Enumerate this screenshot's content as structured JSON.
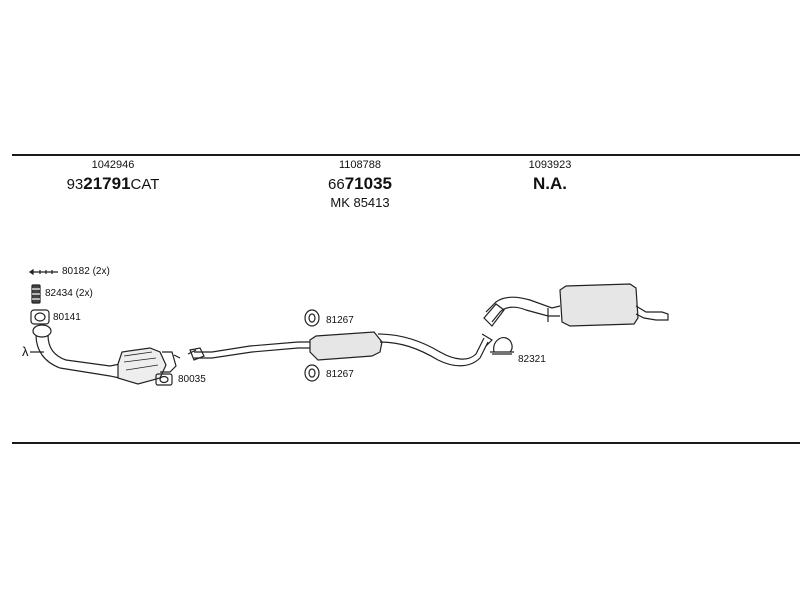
{
  "headers": [
    {
      "ref": "1042946",
      "part_prefix": "93",
      "part_main": "21791",
      "part_suffix": "CAT",
      "extra": ""
    },
    {
      "ref": "1108788",
      "part_prefix": "66",
      "part_main": "71035",
      "part_suffix": "",
      "extra": "MK 85413"
    },
    {
      "ref": "1093923",
      "part_prefix": "",
      "part_main": "N.A.",
      "part_suffix": "",
      "extra": ""
    }
  ],
  "labels": {
    "bolt": "80182 (2x)",
    "spring": "82434 (2x)",
    "gasket_front": "80141",
    "lambda": "λ",
    "gasket_cat": "80035",
    "ring_upper": "81267",
    "ring_lower": "81267",
    "clamp": "82321"
  }
}
